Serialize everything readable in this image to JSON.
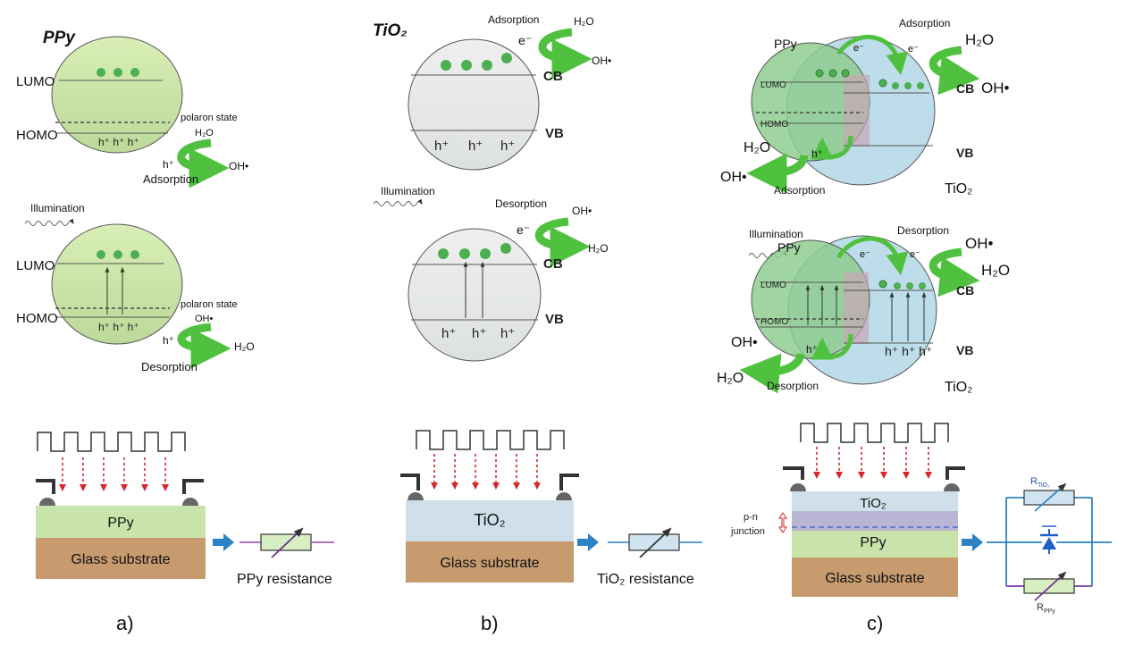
{
  "colors": {
    "ppy_fill": "#cde6a6",
    "ppy_layer": "#c9e4ab",
    "tio2_fill": "#e8ebe9",
    "tio2_layer": "#cfe0ea",
    "tio2_sphere": "#bcdde9",
    "glass": "#c79b6e",
    "electron": "#4caf50",
    "green_arrow": "#4fc13f",
    "red_arrow": "#d8262e",
    "blue_arrow": "#2c82c4",
    "contact": "#555555"
  },
  "panel_a": {
    "title": "PPy",
    "top": {
      "lumo": "LUMO",
      "homo": "HOMO",
      "polaron": "polaron state",
      "holes": "h⁺ h⁺ h⁺",
      "hole": "h⁺",
      "mol_in": "H₂O",
      "mol_out": "OH•",
      "process": "Adsorption"
    },
    "illumination": "Illumination",
    "bottom": {
      "lumo": "LUMO",
      "homo": "HOMO",
      "polaron": "polaron state",
      "holes": "h⁺ h⁺ h⁺",
      "hole": "h⁺",
      "mol_in": "OH•",
      "mol_out": "H₂O",
      "process": "Desorption"
    },
    "device": {
      "layer": "PPy",
      "substrate": "Glass substrate",
      "resistance": "PPy resistance"
    },
    "caption": "a)"
  },
  "panel_b": {
    "title": "TiO₂",
    "top": {
      "process": "Adsorption",
      "mol_in": "H₂O",
      "electron": "e⁻",
      "mol_out": "OH•",
      "cb": "CB",
      "vb": "VB",
      "holes": [
        "h⁺",
        "h⁺",
        "h⁺"
      ]
    },
    "illumination": "Illumination",
    "bottom": {
      "process": "Desorption",
      "mol_in": "OH•",
      "electron": "e⁻",
      "mol_out": "H₂O",
      "cb": "CB",
      "vb": "VB",
      "holes": [
        "h⁺",
        "h⁺",
        "h⁺"
      ]
    },
    "device": {
      "layer": "TiO₂",
      "substrate": "Glass substrate",
      "resistance": "TiO₂ resistance"
    },
    "caption": "b)"
  },
  "panel_c": {
    "top": {
      "ppy": "PPy",
      "e_transfer": "e⁻",
      "process": "Adsorption",
      "electron": "e⁻",
      "mol_in": "H₂O",
      "mol_out": "OH•",
      "lumo": "LUMO",
      "homo": "HOMO",
      "cb": "CB",
      "vb": "VB",
      "mol_in_left": "H₂O",
      "hole": "h⁺",
      "mol_out_left": "OH•",
      "process_left": "Adsorption",
      "tio2": "TiO₂"
    },
    "bottom": {
      "illumination": "Illumination",
      "ppy": "PPy",
      "e_transfer": "e⁻",
      "process": "Desorption",
      "electron": "e⁻",
      "mol_in": "OH•",
      "mol_out": "H₂O",
      "lumo": "LUMO",
      "homo": "HOMO",
      "cb": "CB",
      "vb": "VB",
      "holes": "h⁺ h⁺ h⁺",
      "mol_in_left": "OH•",
      "hole": "h⁺",
      "mol_out_left": "H₂O",
      "process_left": "Desorption",
      "tio2": "TiO₂"
    },
    "device": {
      "top_layer": "TiO₂",
      "junction_line1": "p-n",
      "junction_line2": "junction",
      "middle_layer": "PPy",
      "substrate": "Glass substrate",
      "r_tio2": "R",
      "r_tio2_sub": "TiO₂",
      "r_ppy": "R",
      "r_ppy_sub": "PPy"
    },
    "caption": "c)"
  }
}
